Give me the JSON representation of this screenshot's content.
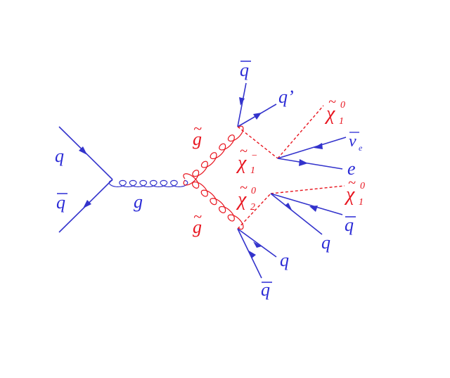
{
  "colors": {
    "sm": "#3333cc",
    "susy": "#e8141e"
  },
  "labels": {
    "q_in": "q",
    "qbar_in": "q",
    "gluon": "g",
    "gluino_top": "g",
    "gluino_bottom": "g",
    "qbar_top": "q",
    "qprime": "q’",
    "chargino_sym": "χ",
    "chargino_sub": "1",
    "chargino_sup": "−",
    "neutralino2_sym": "χ",
    "neutralino2_sub": "2",
    "neutralino2_sup": "0",
    "neutralino1a_sym": "χ",
    "neutralino1a_sub": "1",
    "neutralino1a_sup": "0",
    "neutrino_sym": "ν",
    "neutrino_sub": "e",
    "electron": "e",
    "neutralino1b_sym": "χ",
    "neutralino1b_sub": "1",
    "neutralino1b_sup": "0",
    "qbar_right": "q",
    "q_right": "q",
    "q_bottom": "q",
    "qbar_bottom": "q"
  }
}
